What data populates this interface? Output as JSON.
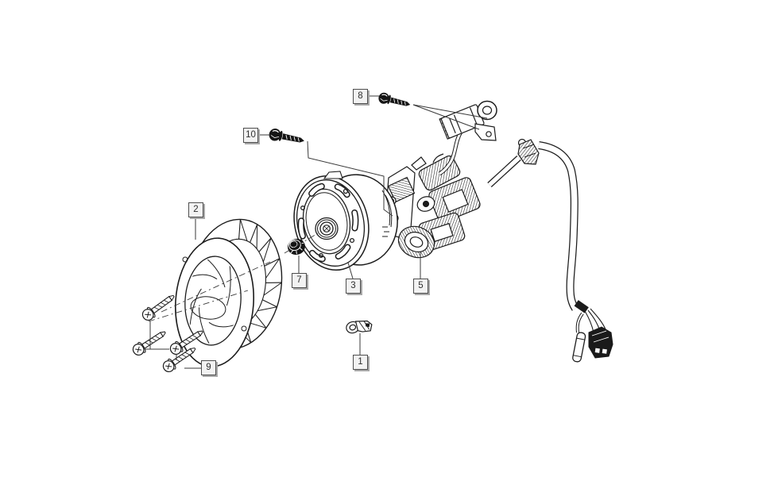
{
  "callouts": {
    "items": [
      {
        "label": "8"
      },
      {
        "label": "10"
      },
      {
        "label": "2"
      },
      {
        "label": "7"
      },
      {
        "label": "3"
      },
      {
        "label": "5"
      },
      {
        "label": "1"
      },
      {
        "label": "9"
      }
    ]
  },
  "colors": {
    "background": "#ffffff",
    "line": "#1c1c1c",
    "leader": "#3a3a3a",
    "label_background": "#f2f2f2",
    "label_border": "#4e4e4e",
    "label_shadow": "#a8a8a8",
    "label_text": "#2f2f2f"
  }
}
